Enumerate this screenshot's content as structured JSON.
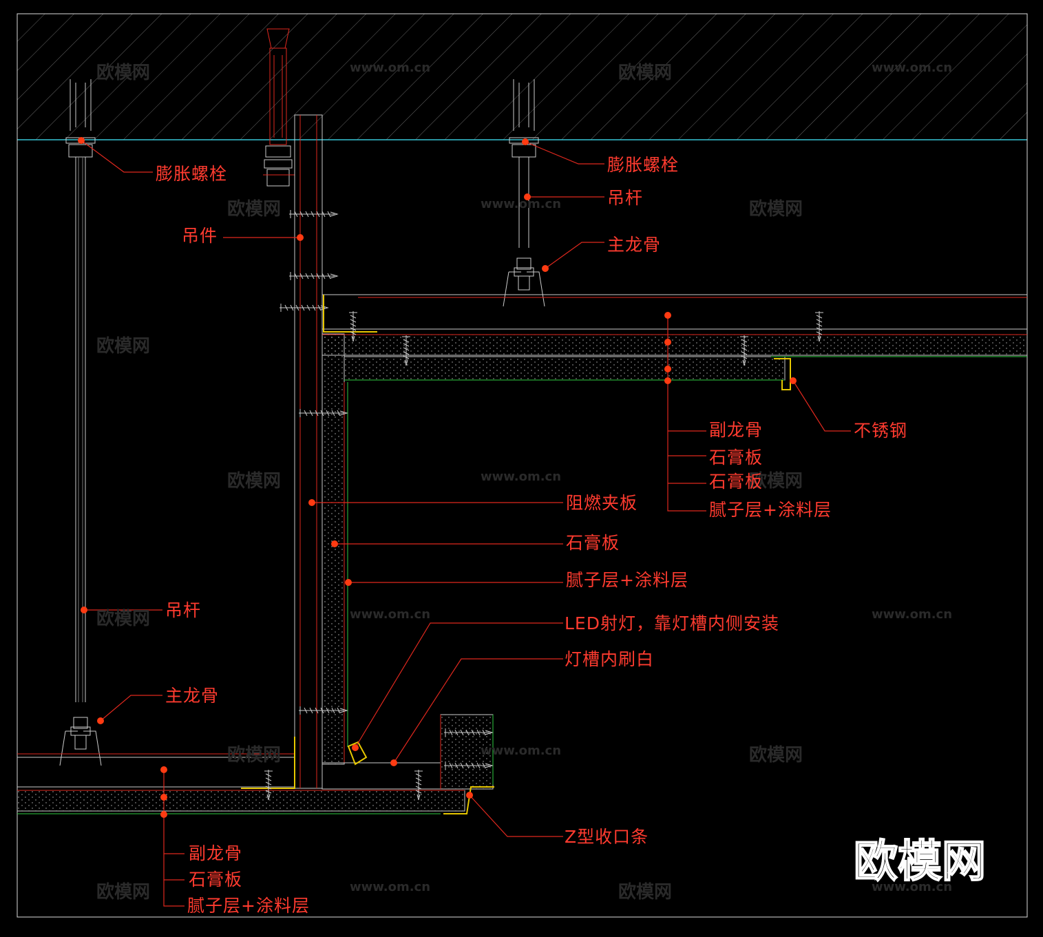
{
  "labels": {
    "expansion_bolt_left": "膨胀螺栓",
    "expansion_bolt_right": "膨胀螺栓",
    "hanger_part": "吊件",
    "rod_right": "吊杆",
    "rod_left": "吊杆",
    "main_keel_right": "主龙骨",
    "main_keel_left": "主龙骨",
    "sub_keel_top": "副龙骨",
    "gypsum_top_1": "石膏板",
    "gypsum_top_2": "石膏板",
    "putty_top": "腻子层+涂料层",
    "stainless": "不锈钢",
    "fire_board": "阻燃夹板",
    "gypsum_vertical": "石膏板",
    "putty_vertical": "腻子层+涂料层",
    "led": "LED射灯，靠灯槽内侧安装",
    "slot_white": "灯槽内刷白",
    "z_strip": "Z型收口条",
    "sub_keel_bottom": "副龙骨",
    "gypsum_bottom": "石膏板",
    "putty_bottom": "腻子层+涂料层"
  },
  "watermark": {
    "brand": "欧模网",
    "url": "www.om.cn",
    "logo": "欧模网"
  },
  "colors": {
    "annotation": "#ff3b2f",
    "leader": "#e0281e",
    "dot": "#ff3b12",
    "lines": "#d8d8d8",
    "ceiling_edge": "#39c6d6",
    "trim": "#e8c800",
    "green": "#2ecc40"
  }
}
